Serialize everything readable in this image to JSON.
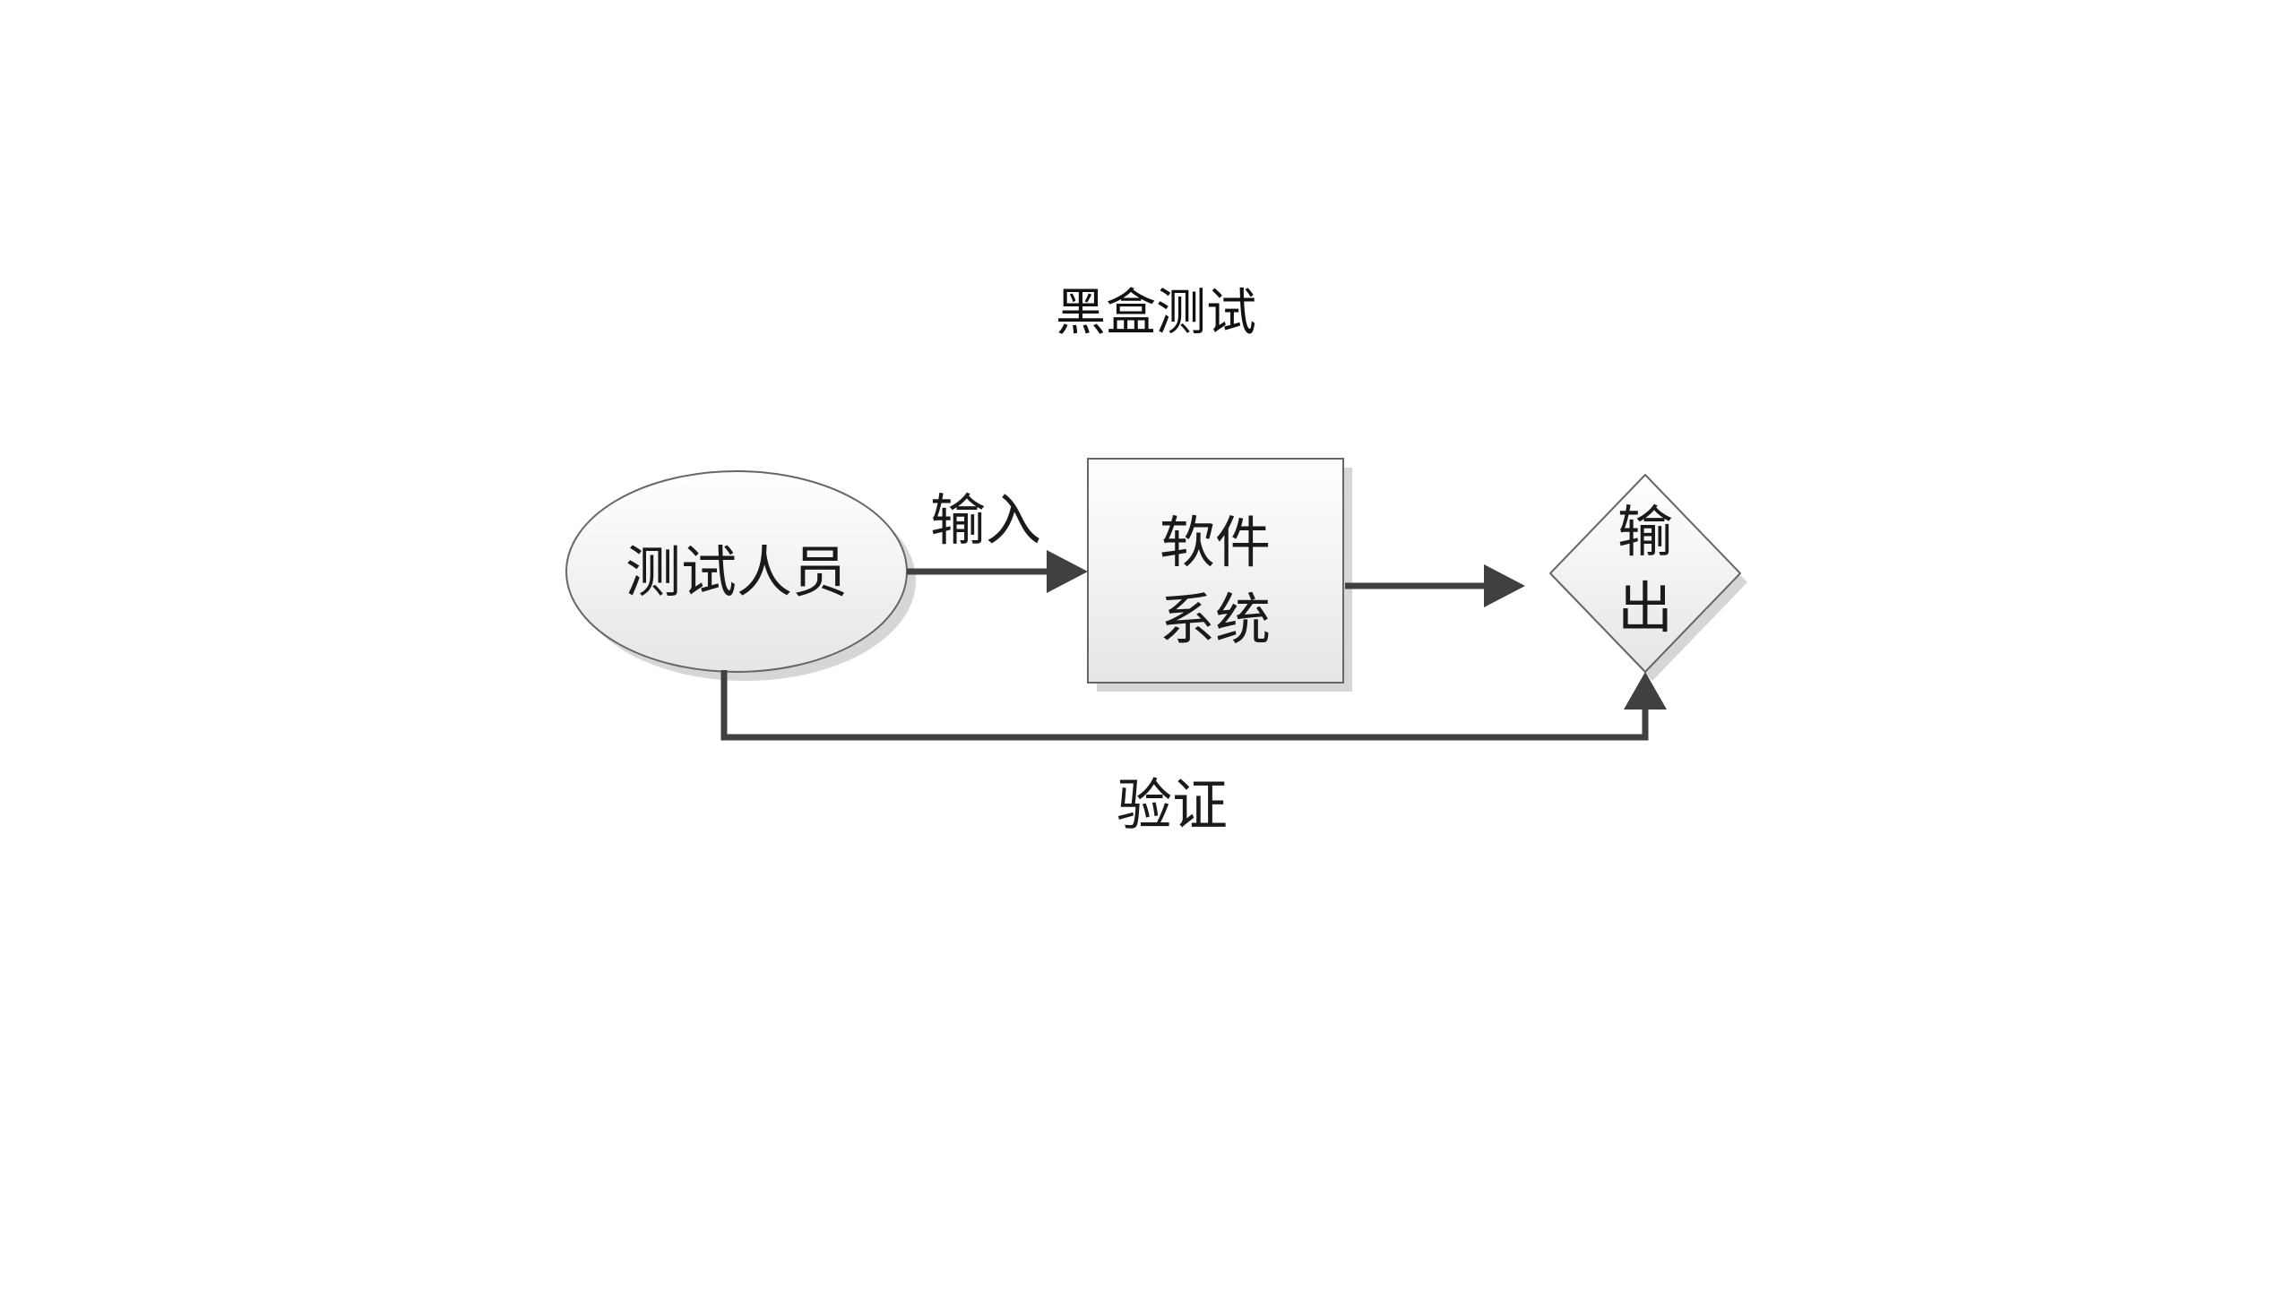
{
  "diagram": {
    "title": "黑盒测试",
    "nodes": {
      "tester": {
        "label": "测试人员",
        "shape": "ellipse"
      },
      "software": {
        "label_line1": "软件",
        "label_line2": "系统",
        "shape": "rectangle"
      },
      "output": {
        "label_line1": "输",
        "label_line2": "出",
        "shape": "diamond"
      }
    },
    "edges": {
      "input": {
        "label": "输入",
        "from": "tester",
        "to": "software"
      },
      "result": {
        "label": "",
        "from": "software",
        "to": "output"
      },
      "verify": {
        "label": "验证",
        "from": "tester",
        "to": "output"
      }
    },
    "colors": {
      "line": "#404040",
      "node_fill_light": "#ffffff",
      "node_fill_dark": "#e4e4e4",
      "node_stroke": "#666666",
      "shadow": "#d0d0d0"
    }
  }
}
